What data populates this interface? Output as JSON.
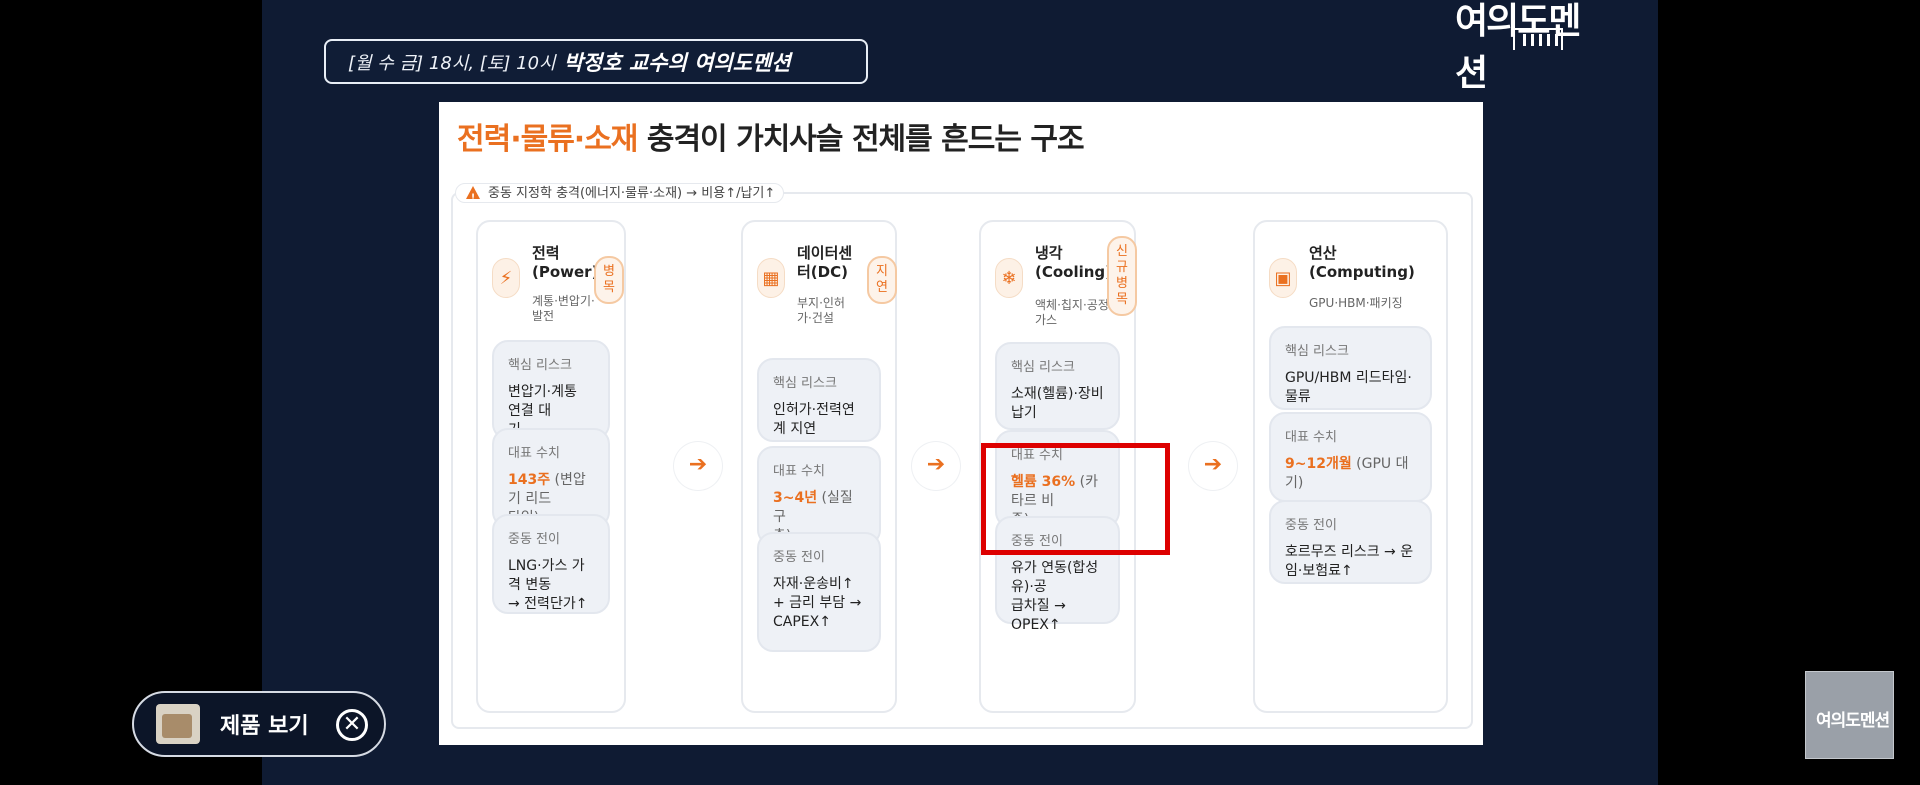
{
  "banner": {
    "schedule": "[월 수 금] 18시, [토] 10시",
    "program": "박정호 교수의 여의도멘션"
  },
  "logo": {
    "text": "여의도멘션"
  },
  "slide": {
    "title_highlight": "전력·물류·소재",
    "title_rest": " 충격이 가치사슬 전체를 흔드는 구조",
    "warning": "중동 지정학 충격(에너지·물류·소재) → 비용↑/납기↑",
    "columns": [
      {
        "icon": "lightning-icon",
        "icon_glyph": "⚡",
        "name": "전력\n(Power)",
        "sub": "계통·변압기·\n발전",
        "tag": "병\n목",
        "cards": [
          {
            "label": "핵심 리스크",
            "text": "변압기·계통 연결 대\n기"
          },
          {
            "label": "대표 수치",
            "num": "143주",
            "rest": " (변압기 리드\n타임)"
          },
          {
            "label": "중동 전이",
            "text": "LNG·가스 가격 변동\n→ 전력단가↑"
          }
        ]
      },
      {
        "icon": "building-icon",
        "icon_glyph": "▦",
        "name": "데이터센\n터(DC)",
        "sub": "부지·인허\n가·건설",
        "tag": "지\n연",
        "cards": [
          {
            "label": "핵심 리스크",
            "text": "인허가·전력연\n계 지연"
          },
          {
            "label": "대표 수치",
            "num": "3~4년",
            "rest": " (실질 구\n축)"
          },
          {
            "label": "중동 전이",
            "text": "자재·운송비↑\n+ 금리 부담 →\nCAPEX↑"
          }
        ]
      },
      {
        "icon": "snowflake-icon",
        "icon_glyph": "❄",
        "name": "냉각\n(Cooling)",
        "sub": "액체·칩지·공정\n가스",
        "tag": "신\n규\n병\n목",
        "cards": [
          {
            "label": "핵심 리스크",
            "text": "소재(헬륨)·장비 납기"
          },
          {
            "label": "대표 수치",
            "num": "헬륨 36%",
            "rest": " (카타르 비\n중)"
          },
          {
            "label": "중동 전이",
            "text": "유가 연동(합성유)·공\n급차질 → OPEX↑"
          }
        ]
      },
      {
        "icon": "chip-icon",
        "icon_glyph": "▣",
        "name": "연산\n(Computing)",
        "sub": "GPU·HBM·패키징",
        "tag": "",
        "cards": [
          {
            "label": "핵심 리스크",
            "text": "GPU/HBM 리드타임·\n물류"
          },
          {
            "label": "대표 수치",
            "num": "9~12개월",
            "rest": " (GPU 대기)"
          },
          {
            "label": "중동 전이",
            "text": "호르무즈 리스크 → 운\n임·보험료↑"
          }
        ]
      }
    ],
    "arrow_glyph": "➔"
  },
  "product": {
    "label": "제품 보기",
    "close_glyph": "✕"
  },
  "mini_logo": {
    "text": "여의도멘션"
  },
  "colors": {
    "accent": "#ea7020",
    "highlight": "#dd0000",
    "bg": "#0f1b33"
  }
}
